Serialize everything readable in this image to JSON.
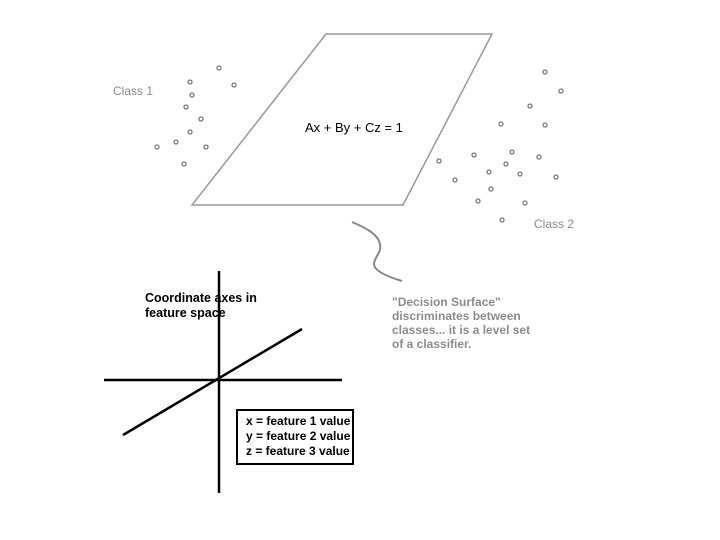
{
  "labels": {
    "class1": "Class 1",
    "class2": "Class 2",
    "plane_equation": "Ax + By + Cz = 1",
    "axes_caption_line1": "Coordinate axes in",
    "axes_caption_line2": "feature space",
    "description_lines": [
      "\"Decision Surface\"",
      "discriminates between",
      "classes... it is a level set",
      "of a classifier."
    ],
    "legend_lines": [
      "x = feature 1 value",
      "y = feature 2 value",
      "z = feature 3 value"
    ]
  },
  "colors": {
    "lines": "#888888",
    "axes": "#000000",
    "points": "#888888",
    "muted_text": "#8a8a8a"
  }
}
